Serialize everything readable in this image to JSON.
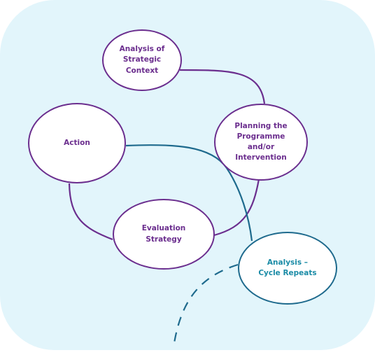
{
  "colors": {
    "background_panel": "#e2f5fb",
    "purple": "#6b2e8e",
    "teal_border": "#1e6a8d",
    "teal_text": "#1a8ba6"
  },
  "nodes": {
    "analysis_context": "Analysis of Strategic Context",
    "planning": "Planning the Programme and/or Intervention",
    "action": "Action",
    "evaluation": "Evaluation Strategy",
    "cycle_repeats": "Analysis – Cycle Repeats"
  }
}
